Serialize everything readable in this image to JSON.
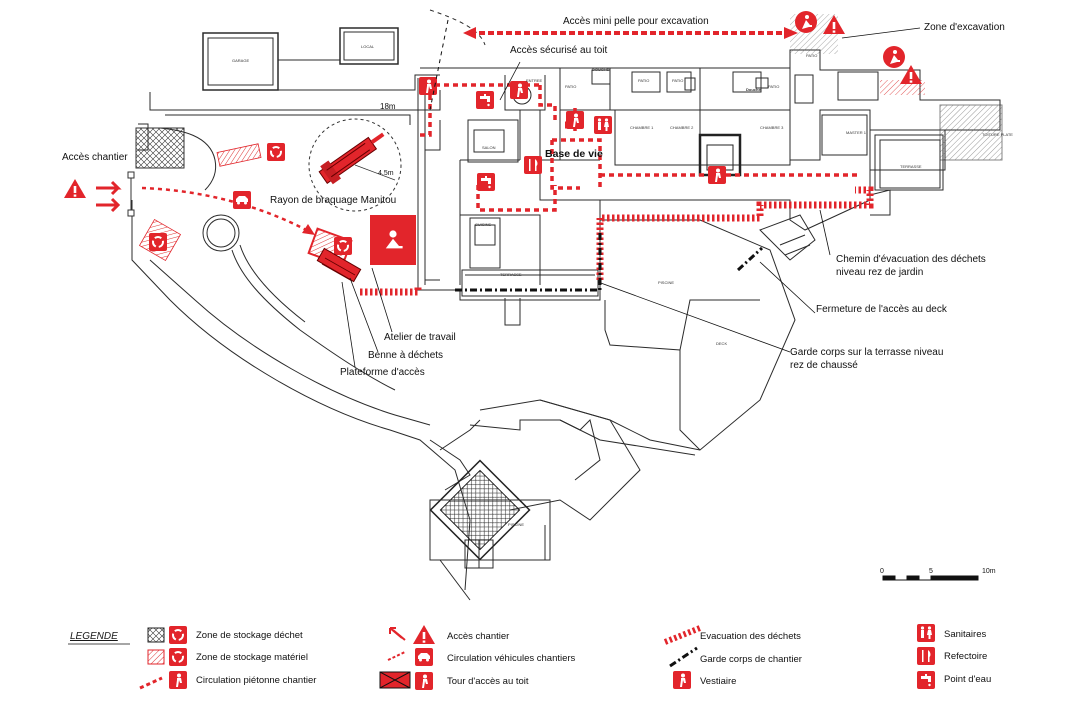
{
  "labels": {
    "acces_mini_pelle": "Accès mini pelle pour excavation",
    "zone_excavation": "Zone d'excavation",
    "acces_securise_toit": "Accès sécurisé au toit",
    "acces_chantier": "Accès chantier",
    "rayon_braquage": "Rayon de braquage Manitou",
    "base_de_vie": "Base de vie",
    "atelier_travail": "Atelier de travail",
    "benne_dechets": "Benne à déchets",
    "plateforme_acces": "Plateforme d'accès",
    "chemin_evacuation_1": "Chemin d'évacuation des déchets",
    "chemin_evacuation_2": "niveau rez de jardin",
    "fermeture_deck": "Fermeture de l'accès au deck",
    "garde_corps_1": "Garde corps sur la terrasse niveau",
    "garde_corps_2": "rez de chaussé",
    "dim_18m": "18m",
    "dim_45m": "4.5m"
  },
  "rooms": {
    "garage": "GARAGE",
    "local": "LOCAL",
    "entree": "ENTREE",
    "patio1": "PATIO",
    "douche1": "DOUCHE",
    "patio2": "PATIO",
    "patio3": "PATIO",
    "douche2": "Douche",
    "patio4": "PATIO",
    "patio5": "PATIO",
    "chambre1": "CHAMBRE 1",
    "chambre2": "CHAMBRE 2",
    "chambre3": "CHAMBRE 3",
    "master": "MASTER 1",
    "salon": "SALON",
    "cuisine": "CUISINE",
    "terrasse1": "TERRASSE",
    "terrasse2": "TERRASSE",
    "piscine1": "PISCINE",
    "deck": "DECK",
    "piscine2": "PISCINE",
    "toiture": "TOITURE PLATE"
  },
  "scale": {
    "t0": "0",
    "t5": "5",
    "t10": "10m"
  },
  "legend": {
    "title": "LEGENDE",
    "items": [
      "Zone de stockage déchet",
      "Zone de stockage matériel",
      "Circulation piétonne chantier",
      "Accès chantier",
      "Circulation véhicules chantiers",
      "Tour d'accès au toit",
      "Evacuation des déchets",
      "Garde corps de chantier",
      "Vestiaire",
      "Sanitaires",
      "Refectoire",
      "Point d'eau"
    ]
  },
  "colors": {
    "accent": "#e2252b",
    "line": "#2b2b2b",
    "hatch": "#8a8a8a"
  },
  "icons": [
    "warning-triangle-icon",
    "worker-icon",
    "recycle-icon",
    "vehicle-icon",
    "toilet-icon",
    "cutlery-icon",
    "water-tap-icon",
    "arrow-icon",
    "manitou-icon"
  ]
}
